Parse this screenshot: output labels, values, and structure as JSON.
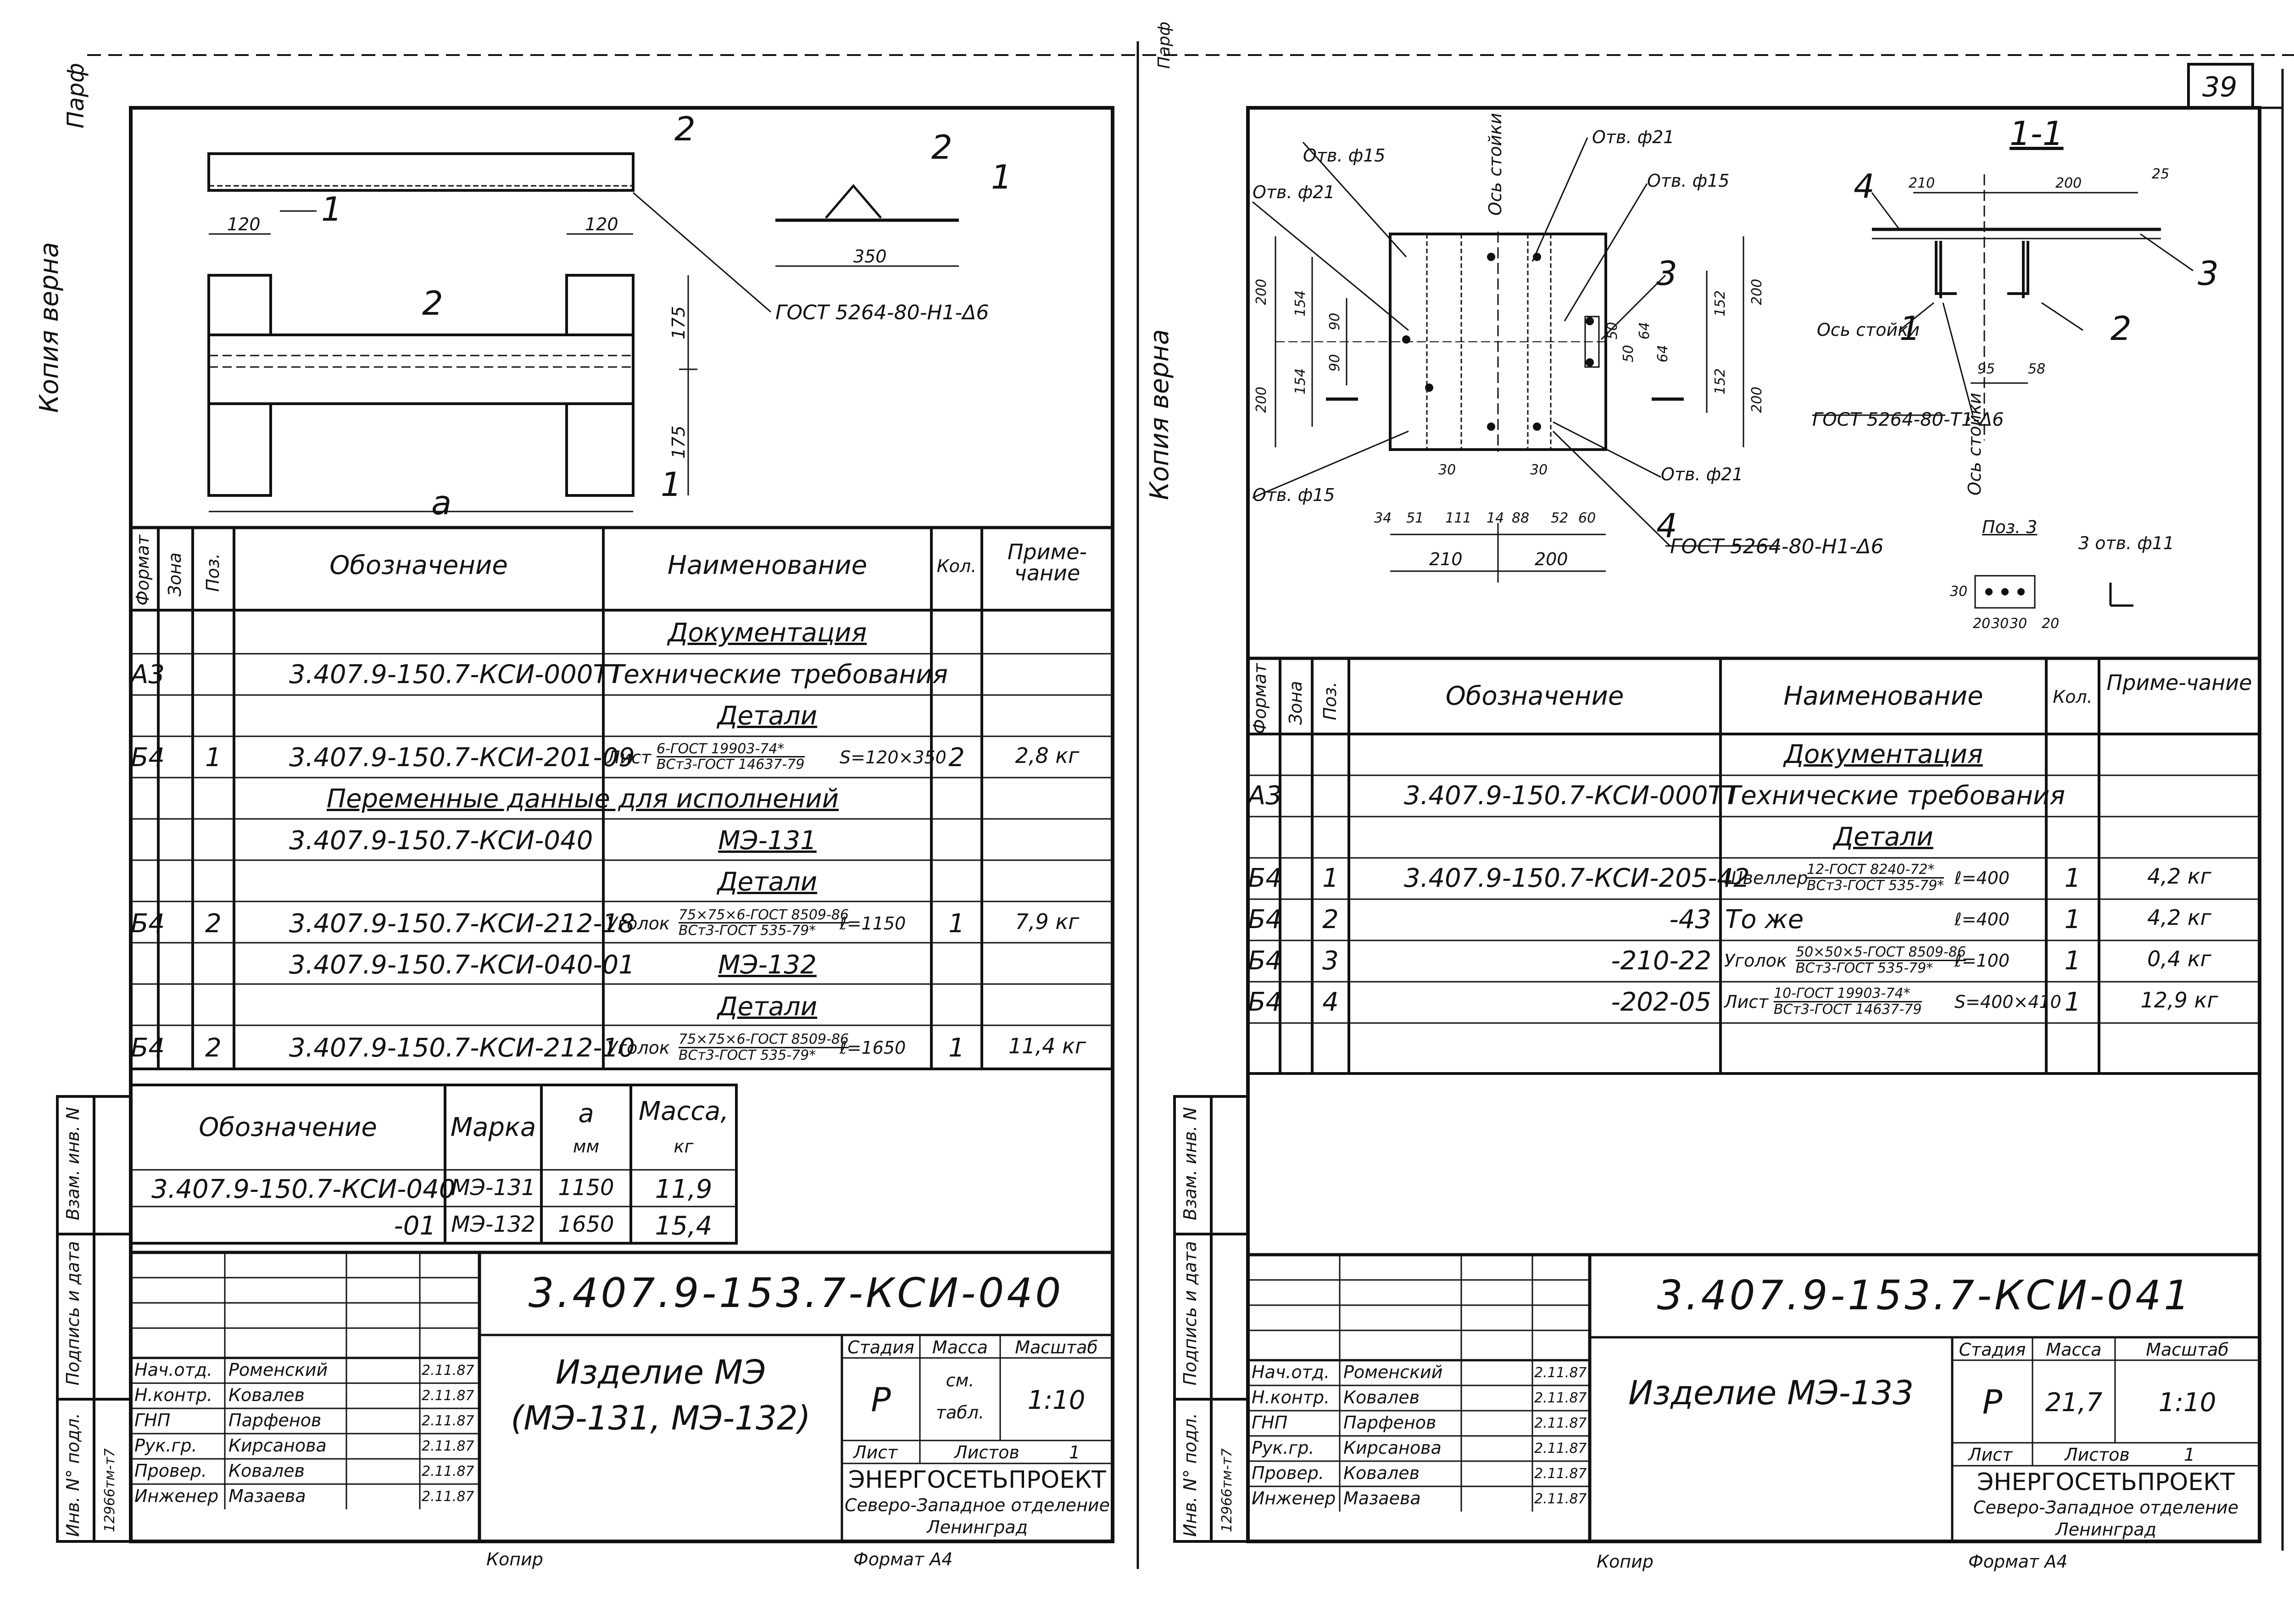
{
  "page_number": "39",
  "margin_notes": {
    "left_copy": "Копия верна",
    "left_sig": "Парф",
    "right_copy": "Копия верна",
    "top_mid": "Парф"
  },
  "left": {
    "drawing": {
      "dim_120_a": "120",
      "dim_120_b": "120",
      "dim_350": "350",
      "dim_175_a": "175",
      "dim_175_b": "175",
      "dim_a": "a",
      "pos_1_a": "1",
      "pos_2_a": "2",
      "pos_2_b": "2",
      "pos_1_b": "1",
      "pos_2_c": "2",
      "pos_1_c": "1",
      "weld_note": "ГОСТ 5264-80-Н1-Δ6"
    },
    "spec": {
      "headers": {
        "format": "Формат",
        "zone": "Зона",
        "pos": "Поз.",
        "designation": "Обозначение",
        "name": "Наименование",
        "qty": "Кол.",
        "note": "Приме-чание"
      },
      "rows": [
        {
          "format": "",
          "pos": "",
          "designation": "",
          "name": "Документация",
          "qty": "",
          "note": "",
          "underline": true
        },
        {
          "format": "А3",
          "pos": "",
          "designation": "3.407.9-150.7-КСИ-000ТТ",
          "name": "Технические требования",
          "qty": "",
          "note": ""
        },
        {
          "format": "",
          "pos": "",
          "designation": "",
          "name": "Детали",
          "qty": "",
          "note": "",
          "underline": true
        },
        {
          "format": "Б4",
          "pos": "1",
          "designation": "3.407.9-150.7-КСИ-201-09",
          "name": "Лист",
          "frac_top": "6-ГОСТ 19903-74*",
          "frac_bot": "ВСт3-ГОСТ 14637-79",
          "suffix": "S=120×350",
          "qty": "2",
          "note": "2,8 кг"
        },
        {
          "format": "",
          "pos": "",
          "designation": "",
          "name": "Переменные данные для исполнений",
          "qty": "",
          "note": "",
          "wide": true
        },
        {
          "format": "",
          "pos": "",
          "designation": "3.407.9-150.7-КСИ-040",
          "name": "МЭ-131",
          "qty": "",
          "note": "",
          "underline": true
        },
        {
          "format": "",
          "pos": "",
          "designation": "",
          "name": "Детали",
          "qty": "",
          "note": "",
          "underline": true
        },
        {
          "format": "Б4",
          "pos": "2",
          "designation": "3.407.9-150.7-КСИ-212-18",
          "name": "Уголок",
          "frac_top": "75×75×6-ГОСТ 8509-86",
          "frac_bot": "ВСт3-ГОСТ 535-79*",
          "suffix": "ℓ=1150",
          "qty": "1",
          "note": "7,9 кг"
        },
        {
          "format": "",
          "pos": "",
          "designation": "3.407.9-150.7-КСИ-040-01",
          "name": "МЭ-132",
          "qty": "",
          "note": "",
          "underline": true
        },
        {
          "format": "",
          "pos": "",
          "designation": "",
          "name": "Детали",
          "qty": "",
          "note": "",
          "underline": true
        },
        {
          "format": "Б4",
          "pos": "2",
          "designation": "3.407.9-150.7-КСИ-212-10",
          "name": "Уголок",
          "frac_top": "75×75×6-ГОСТ 8509-86",
          "frac_bot": "ВСт3-ГОСТ 535-79*",
          "suffix": "ℓ=1650",
          "qty": "1",
          "note": "11,4 кг"
        }
      ]
    },
    "variants": {
      "headers": {
        "designation": "Обозначение",
        "mark": "Марка",
        "a": "a",
        "a_unit": "мм",
        "mass": "Масса,",
        "mass_unit": "кг"
      },
      "rows": [
        {
          "designation": "3.407.9-150.7-КСИ-040",
          "mark": "МЭ-131",
          "a": "1150",
          "mass": "11,9"
        },
        {
          "designation": "-01",
          "mark": "МЭ-132",
          "a": "1650",
          "mass": "15,4"
        }
      ]
    },
    "stamp": {
      "code": "3.407.9-153.7-КСИ-040",
      "title_line1": "Изделие МЭ",
      "title_line2": "(МЭ-131, МЭ-132)",
      "stage_label": "Стадия",
      "mass_label": "Масса",
      "scale_label": "Масштаб",
      "stage": "Р",
      "mass_line1": "см.",
      "mass_line2": "табл.",
      "scale": "1:10",
      "sheet_label": "Лист",
      "sheets_label": "Листов",
      "sheets": "1",
      "org1": "ЭНЕРГОСЕТЬПРОЕКТ",
      "org2": "Северо-Западное отделение",
      "org3": "Ленинград",
      "people": [
        {
          "role": "Нач.отд.",
          "name": "Роменский",
          "date": "2.11.87"
        },
        {
          "role": "Н.контр.",
          "name": "Ковалев",
          "date": "2.11.87"
        },
        {
          "role": "ГНП",
          "name": "Парфенов",
          "date": "2.11.87"
        },
        {
          "role": "Рук.гр.",
          "name": "Кирсанова",
          "date": "2.11.87"
        },
        {
          "role": "Провер.",
          "name": "Ковалев",
          "date": "2.11.87"
        },
        {
          "role": "Инженер",
          "name": "Мазаева",
          "date": "2.11.87"
        }
      ],
      "side_labels": [
        "Взам. инв. N",
        "Подпись и дата",
        "Инв. N° подл."
      ],
      "inv_no": "12966тм-т7",
      "bottom_copy": "Копир",
      "format": "Формат А4"
    }
  },
  "right": {
    "drawing": {
      "holes": [
        "Отв. ф15",
        "Отв. ф21",
        "Отв. ф21",
        "Отв. ф15",
        "Отв. ф21",
        "Отв. ф15"
      ],
      "axis_label": "Ось стойки",
      "dims_left": [
        "200",
        "200",
        "154",
        "154",
        "90",
        "90"
      ],
      "dims_right": [
        "152",
        "152",
        "200",
        "200"
      ],
      "dims_inner": [
        "50",
        "50",
        "64",
        "64"
      ],
      "dims_bottom": [
        "34",
        "51",
        "111",
        "14",
        "88",
        "52",
        "60"
      ],
      "dims_bottom2": [
        "210",
        "200"
      ],
      "dims_30": [
        "30",
        "30"
      ],
      "pos_3": "3",
      "pos_4": "4",
      "weld_note": "ГОСТ 5264-80-Н1-Δ6",
      "section_label": "1-1",
      "sec_dims": [
        "210",
        "200",
        "25",
        "95",
        "58"
      ],
      "sec_pos": [
        "4",
        "1",
        "2",
        "3"
      ],
      "sec_axis": "Ось стойки",
      "sec_weld": "ГОСТ 5264-80-Т1-Δ6",
      "sec_axis2": "Ось стойки",
      "pos3_label": "Поз. 3",
      "pos3_holes": "3 отв. ф11",
      "pos3_dims": [
        "30",
        "20",
        "30",
        "30",
        "20"
      ]
    },
    "spec": {
      "headers": {
        "format": "Формат",
        "zone": "Зона",
        "pos": "Поз.",
        "designation": "Обозначение",
        "name": "Наименование",
        "qty": "Кол.",
        "note": "Приме-чание"
      },
      "rows": [
        {
          "format": "",
          "pos": "",
          "designation": "",
          "name": "Документация",
          "qty": "",
          "note": "",
          "underline": true
        },
        {
          "format": "А3",
          "pos": "",
          "designation": "3.407.9-150.7-КСИ-000ТТ",
          "name": "Технические требования",
          "qty": "",
          "note": ""
        },
        {
          "format": "",
          "pos": "",
          "designation": "",
          "name": "Детали",
          "qty": "",
          "note": "",
          "underline": true
        },
        {
          "format": "Б4",
          "pos": "1",
          "designation": "3.407.9-150.7-КСИ-205-42",
          "name": "Швеллер",
          "frac_top": "12-ГОСТ 8240-72*",
          "frac_bot": "ВСт3-ГОСТ 535-79*",
          "suffix": "ℓ=400",
          "qty": "1",
          "note": "4,2 кг"
        },
        {
          "format": "Б4",
          "pos": "2",
          "designation": "-43",
          "name": "То же",
          "suffix": "ℓ=400",
          "qty": "1",
          "note": "4,2 кг"
        },
        {
          "format": "Б4",
          "pos": "3",
          "designation": "-210-22",
          "name": "Уголок",
          "frac_top": "50×50×5-ГОСТ 8509-86",
          "frac_bot": "ВСт3-ГОСТ 535-79*",
          "suffix": "ℓ=100",
          "qty": "1",
          "note": "0,4 кг"
        },
        {
          "format": "Б4",
          "pos": "4",
          "designation": "-202-05",
          "name": "Лист",
          "frac_top": "10-ГОСТ 19903-74*",
          "frac_bot": "ВСт3-ГОСТ 14637-79",
          "suffix": "S=400×410",
          "qty": "1",
          "note": "12,9 кг"
        },
        {
          "format": "",
          "pos": "",
          "designation": "",
          "name": "",
          "qty": "",
          "note": ""
        }
      ]
    },
    "stamp": {
      "code": "3.407.9-153.7-КСИ-041",
      "title_line1": "Изделие МЭ-133",
      "stage_label": "Стадия",
      "mass_label": "Масса",
      "scale_label": "Масштаб",
      "stage": "Р",
      "mass": "21,7",
      "scale": "1:10",
      "sheet_label": "Лист",
      "sheets_label": "Листов",
      "sheets": "1",
      "org1": "ЭНЕРГОСЕТЬПРОЕКТ",
      "org2": "Северо-Западное отделение",
      "org3": "Ленинград",
      "people": [
        {
          "role": "Нач.отд.",
          "name": "Роменский",
          "date": "2.11.87"
        },
        {
          "role": "Н.контр.",
          "name": "Ковалев",
          "date": "2.11.87"
        },
        {
          "role": "ГНП",
          "name": "Парфенов",
          "date": "2.11.87"
        },
        {
          "role": "Рук.гр.",
          "name": "Кирсанова",
          "date": "2.11.87"
        },
        {
          "role": "Провер.",
          "name": "Ковалев",
          "date": "2.11.87"
        },
        {
          "role": "Инженер",
          "name": "Мазаева",
          "date": "2.11.87"
        }
      ],
      "side_labels": [
        "Взам. инв. N",
        "Подпись и дата",
        "Инв. N° подл."
      ],
      "inv_no": "12966тм-т7",
      "bottom_copy": "Копир",
      "format": "Формат А4"
    }
  }
}
